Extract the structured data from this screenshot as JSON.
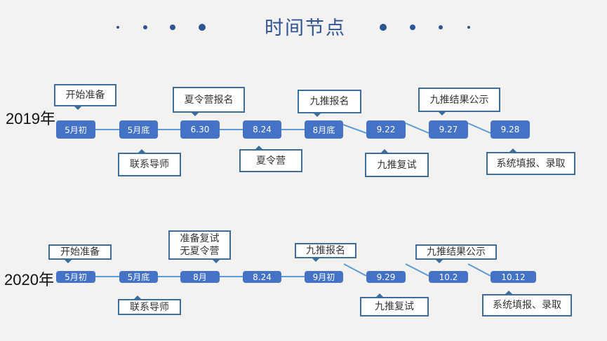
{
  "title": "时间节点",
  "colors": {
    "accent": "#2d5596",
    "node": "#4472c4",
    "callout_border": "#3b6e9c"
  },
  "row2019": {
    "year": "2019年",
    "nodes": [
      "5月初",
      "5月底",
      "6.30",
      "8.24",
      "8月底",
      "9.22",
      "9.27",
      "9.28"
    ],
    "callouts": [
      "开始准备",
      "联系导师",
      "夏令营报名",
      "夏令营",
      "九推报名",
      "九推复试",
      "九推结果公示",
      "系统填报、录取"
    ]
  },
  "row2020": {
    "year": "2020年",
    "nodes": [
      "5月初",
      "5月底",
      "8月",
      "8.24",
      "9月初",
      "9.29",
      "10.2",
      "10.12"
    ],
    "callouts": [
      "开始准备",
      "联系导师",
      "准备复试",
      "无夏令营",
      "九推报名",
      "九推复试",
      "九推结果公示",
      "系统填报、录取"
    ]
  }
}
